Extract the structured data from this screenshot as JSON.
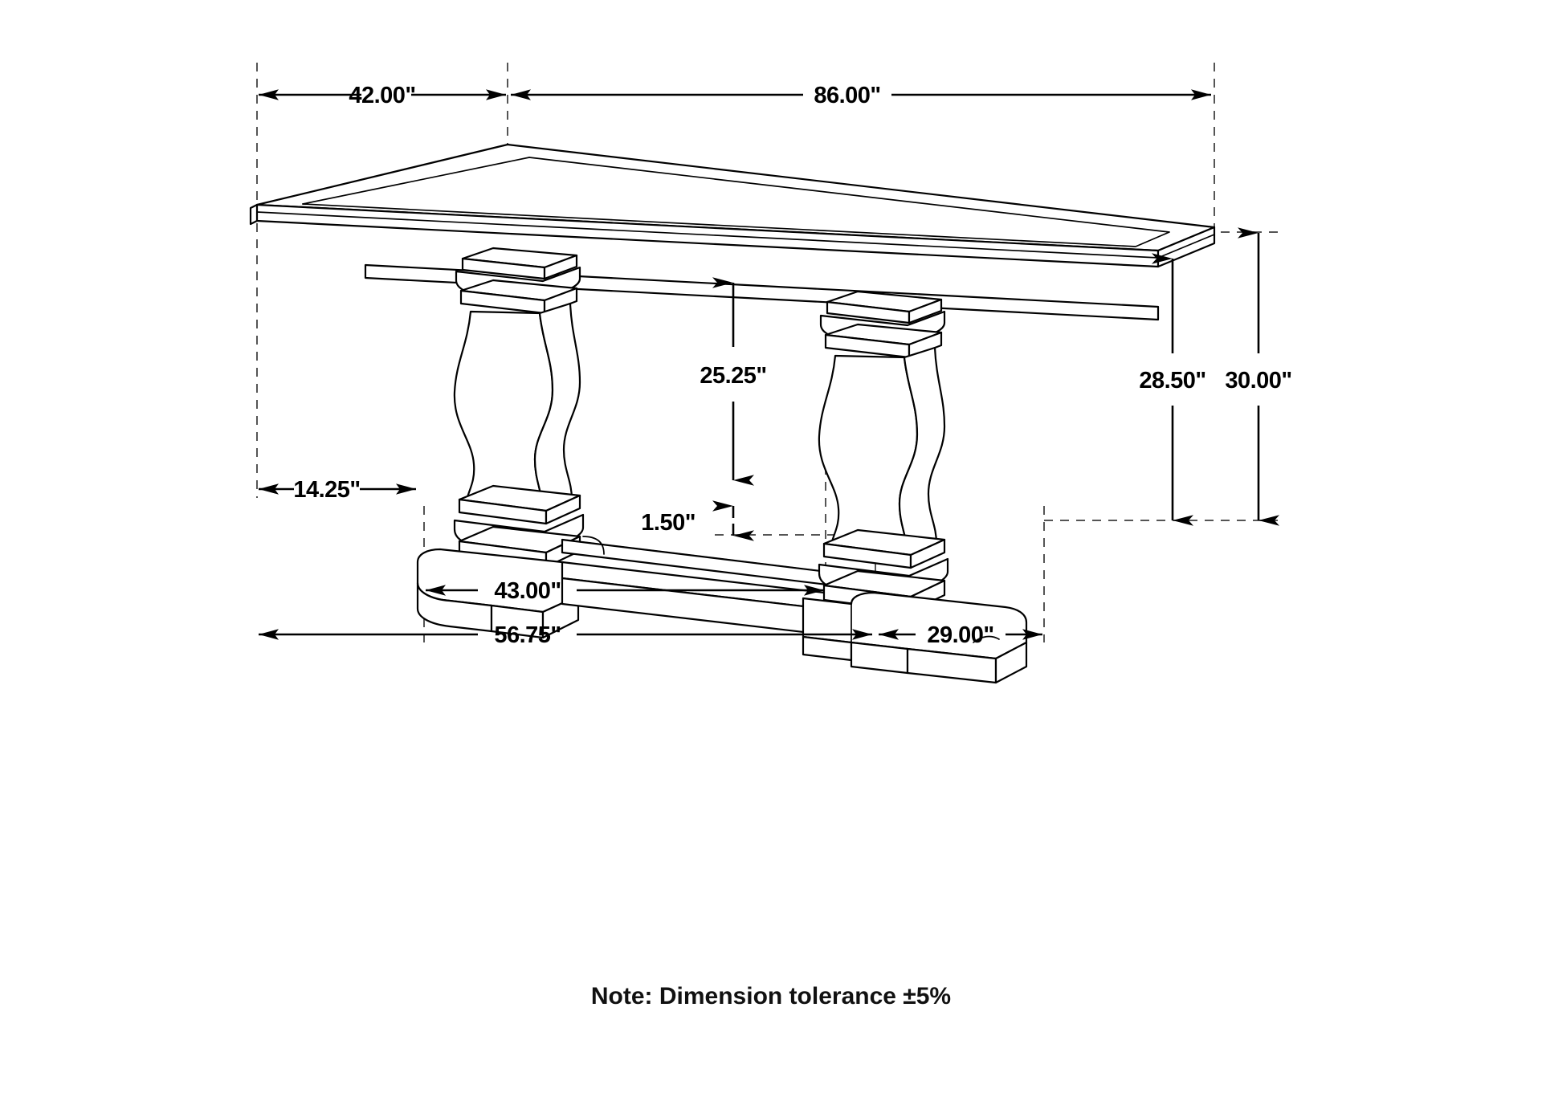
{
  "drawing": {
    "title": "Trestle Dining Table Dimension Drawing",
    "units": "inches",
    "note": "Note: Dimension tolerance ±5%",
    "line_color": "#000000",
    "extension_color": "#555555",
    "background": "#ffffff"
  },
  "dimensions": {
    "top_depth": {
      "label": "42.00\"",
      "value": 42.0,
      "name": "table-depth"
    },
    "top_width": {
      "label": "86.00\"",
      "value": 86.0,
      "name": "table-width"
    },
    "apron_clearance": {
      "label": "25.25\"",
      "value": 25.25,
      "name": "under-apron-clearance-height"
    },
    "top_surface_height": {
      "label": "28.50\"",
      "value": 28.5,
      "name": "table-top-surface-height"
    },
    "overall_height": {
      "label": "30.00\"",
      "value": 30.0,
      "name": "overall-height"
    },
    "foot_offset": {
      "label": "14.25\"",
      "value": 14.25,
      "name": "foot-inset-from-edge"
    },
    "stretcher_height": {
      "label": "1.50\"",
      "value": 1.5,
      "name": "stretcher-bottom-height"
    },
    "pedestal_spacing": {
      "label": "43.00\"",
      "value": 43.0,
      "name": "pedestal-center-spacing"
    },
    "base_length": {
      "label": "56.75\"",
      "value": 56.75,
      "name": "base-overall-length"
    },
    "foot_width": {
      "label": "29.00\"",
      "value": 29.0,
      "name": "foot-width"
    }
  },
  "chart_data": {
    "type": "table",
    "title": "Trestle Dining Table Dimension Drawing",
    "categories": [
      "42.00\"",
      "86.00\"",
      "25.25\"",
      "28.50\"",
      "30.00\"",
      "14.25\"",
      "1.50\"",
      "43.00\"",
      "56.75\"",
      "29.00\""
    ],
    "values": [
      42.0,
      86.0,
      25.25,
      28.5,
      30.0,
      14.25,
      1.5,
      43.0,
      56.75,
      29.0
    ],
    "xlabel": "Dimension",
    "ylabel": "Inches",
    "annotations": [
      "Note: Dimension tolerance ±5%"
    ]
  }
}
